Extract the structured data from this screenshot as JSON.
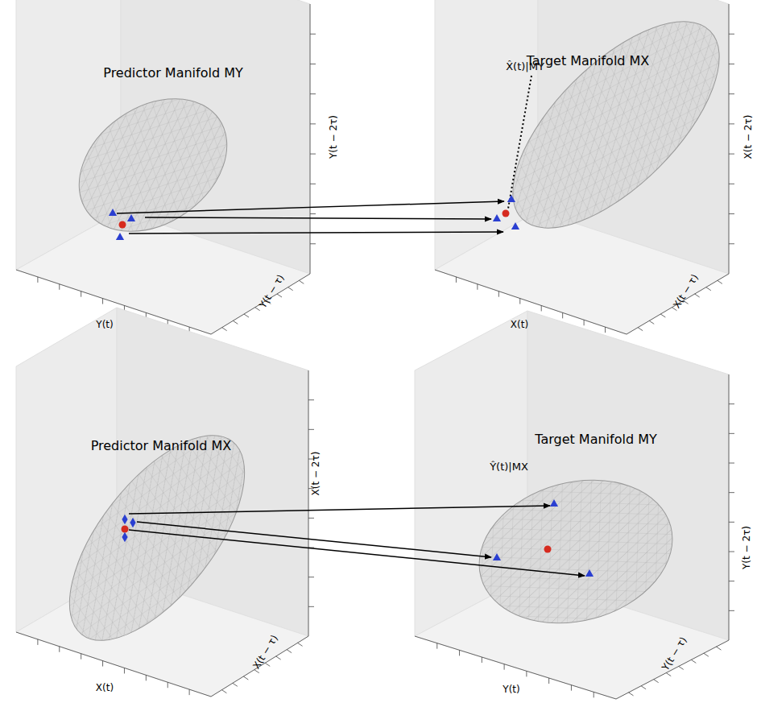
{
  "diagram": {
    "nodes": [
      {
        "text": [
          "Predictor Manifold MY"
        ]
      },
      {
        "text": [
          "Target Manifold MX"
        ]
      },
      {
        "text": [
          "Predictor Manifold MX"
        ]
      },
      {
        "text": [
          "Target Manifold MY"
        ]
      }
    ],
    "edges": [
      {
        "from": 0,
        "to": 1,
        "arrow": "to"
      },
      {
        "from": 0,
        "to": 1,
        "arrow": "to"
      },
      {
        "from": 0,
        "to": 1,
        "arrow": "to"
      },
      {
        "from": 2,
        "to": 3,
        "arrow": "to"
      },
      {
        "from": 2,
        "to": 3,
        "arrow": "to"
      },
      {
        "from": 2,
        "to": 3,
        "arrow": "to"
      }
    ],
    "labels": [
      "Y(t)",
      "Y(t − τ)",
      "Y(t − 2τ)",
      "X̂(t)|MY",
      "X(t)",
      "X(t − τ)",
      "X(t − 2τ)",
      "X(t)",
      "X(t − τ)",
      "X(t − 2τ)",
      "Ŷ(t)|MX",
      "Y(t)",
      "Y(t − τ)",
      "Y(t − 2τ)"
    ]
  }
}
